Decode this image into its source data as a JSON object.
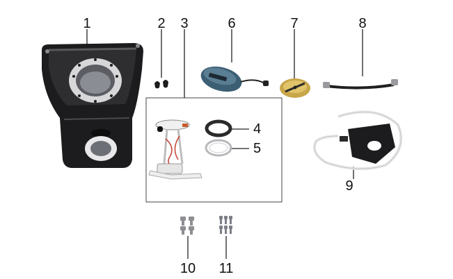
{
  "diagram": {
    "callouts": [
      "1",
      "2",
      "3",
      "4",
      "5",
      "6",
      "7",
      "8",
      "9",
      "10",
      "11"
    ],
    "colors": {
      "line": "#222222",
      "tank_body": "#1c1c1e",
      "tank_highlight": "#5a5a5e",
      "metal": "#c9c9cc",
      "brass": "#c8a64a",
      "cap_blue": "#3d5f73",
      "tube": "#e6e6e6"
    },
    "parts": {
      "tank": "fuel-tank",
      "clips": "rubber-clips",
      "pump": "fuel-pump-assembly",
      "oring": "o-ring",
      "flange": "retaining-ring",
      "cap": "fuel-cap",
      "plate": "cap-plate",
      "hose": "fuel-hose",
      "canister": "evap-tube-bracket",
      "bolts": "bolts",
      "screws": "screws"
    }
  }
}
